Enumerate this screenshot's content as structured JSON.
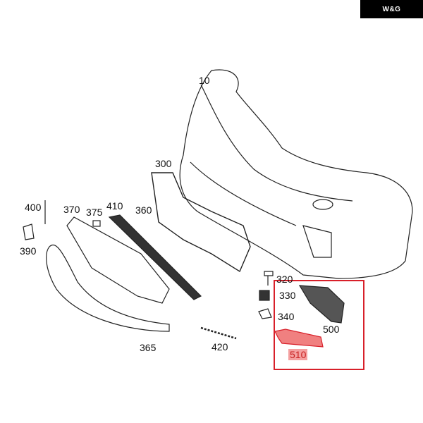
{
  "logo": {
    "text": "W&G"
  },
  "highlight_color": "#d8202a",
  "parts": {
    "p10": "10",
    "p300": "300",
    "p400": "400",
    "p370": "370",
    "p375": "375",
    "p410": "410",
    "p360": "360",
    "p390": "390",
    "p320": "320",
    "p330": "330",
    "p340": "340",
    "p500": "500",
    "p510": "510",
    "p365": "365",
    "p420": "420"
  }
}
